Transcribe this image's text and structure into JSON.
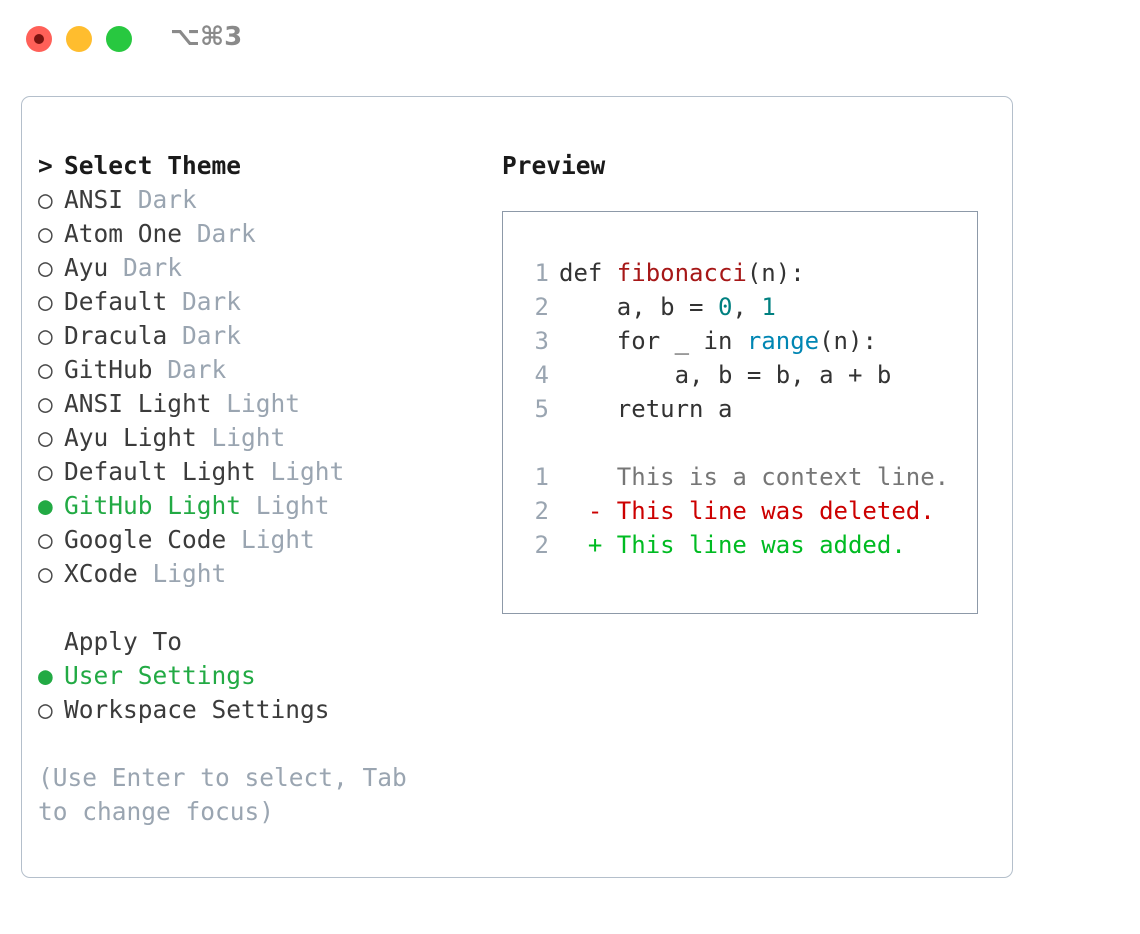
{
  "window": {
    "shortcut": "⌥⌘3",
    "traffic_lights": [
      {
        "name": "close",
        "color": "#ff6058"
      },
      {
        "name": "minimize",
        "color": "#ffbd2e"
      },
      {
        "name": "maximize",
        "color": "#28c840"
      }
    ]
  },
  "left": {
    "header": {
      "caret": ">",
      "label": "Select Theme"
    },
    "themes": [
      {
        "marker": "○",
        "name": "ANSI",
        "mode": "Dark",
        "selected": false
      },
      {
        "marker": "○",
        "name": "Atom One",
        "mode": "Dark",
        "selected": false
      },
      {
        "marker": "○",
        "name": "Ayu",
        "mode": "Dark",
        "selected": false
      },
      {
        "marker": "○",
        "name": "Default",
        "mode": "Dark",
        "selected": false
      },
      {
        "marker": "○",
        "name": "Dracula",
        "mode": "Dark",
        "selected": false
      },
      {
        "marker": "○",
        "name": "GitHub",
        "mode": "Dark",
        "selected": false
      },
      {
        "marker": "○",
        "name": "ANSI Light",
        "mode": "Light",
        "selected": false
      },
      {
        "marker": "○",
        "name": "Ayu Light",
        "mode": "Light",
        "selected": false
      },
      {
        "marker": "○",
        "name": "Default Light",
        "mode": "Light",
        "selected": false
      },
      {
        "marker": "●",
        "name": "GitHub Light",
        "mode": "Light",
        "selected": true
      },
      {
        "marker": "○",
        "name": "Google Code",
        "mode": "Light",
        "selected": false
      },
      {
        "marker": "○",
        "name": "XCode",
        "mode": "Light",
        "selected": false
      }
    ],
    "apply_to": {
      "label": "Apply To",
      "options": [
        {
          "marker": "●",
          "name": "User Settings",
          "selected": true
        },
        {
          "marker": "○",
          "name": "Workspace Settings",
          "selected": false
        }
      ]
    },
    "hint": "(Use Enter to select, Tab to change focus)"
  },
  "right": {
    "title": "Preview",
    "code_lines": [
      {
        "no": "1",
        "tokens": [
          {
            "text": "def ",
            "kind": "plain"
          },
          {
            "text": "fibonacci",
            "kind": "fn"
          },
          {
            "text": "(n):",
            "kind": "plain"
          }
        ]
      },
      {
        "no": "2",
        "tokens": [
          {
            "text": "    a, b = ",
            "kind": "plain"
          },
          {
            "text": "0",
            "kind": "num"
          },
          {
            "text": ", ",
            "kind": "plain"
          },
          {
            "text": "1",
            "kind": "num"
          }
        ]
      },
      {
        "no": "3",
        "tokens": [
          {
            "text": "    for _ in ",
            "kind": "plain"
          },
          {
            "text": "range",
            "kind": "builtin"
          },
          {
            "text": "(n):",
            "kind": "plain"
          }
        ]
      },
      {
        "no": "4",
        "tokens": [
          {
            "text": "        a, b = b, a + b",
            "kind": "plain"
          }
        ]
      },
      {
        "no": "5",
        "tokens": [
          {
            "text": "    return a",
            "kind": "plain"
          }
        ]
      }
    ],
    "diff_lines": [
      {
        "no": "1",
        "sign": " ",
        "text": "This is a context line.",
        "kind": "ctx"
      },
      {
        "no": "2",
        "sign": "-",
        "text": "This line was deleted.",
        "kind": "del"
      },
      {
        "no": "2",
        "sign": "+",
        "text": "This line was added.",
        "kind": "add"
      }
    ]
  },
  "colors": {
    "accent_green": "#22aa44",
    "muted": "#9aa5b1",
    "diff_add": "#00bb22",
    "diff_del": "#cc0000",
    "fn": "#a61717",
    "builtin": "#0086b3",
    "num": "#008080"
  }
}
